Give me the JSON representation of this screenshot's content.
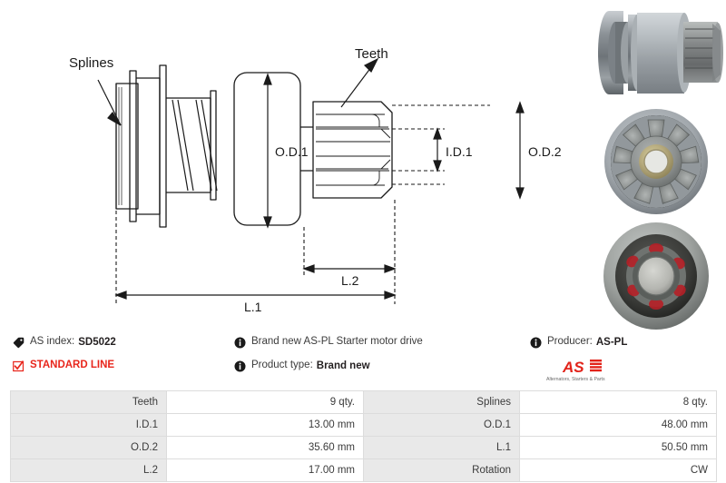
{
  "drawing": {
    "labels": {
      "splines": "Splines",
      "teeth": "Teeth",
      "od1": "O.D.1",
      "id1": "I.D.1",
      "od2": "O.D.2",
      "l1": "L.1",
      "l2": "L.2"
    }
  },
  "photos": [
    {
      "name": "starter-drive-side-view",
      "caption": ""
    },
    {
      "name": "starter-drive-pinion-front-view",
      "caption": ""
    },
    {
      "name": "starter-drive-spline-rear-view",
      "caption": ""
    }
  ],
  "info": {
    "as_index_label": "AS index:",
    "as_index_value": "SD5022",
    "standard_line": "STANDARD LINE",
    "description": "Brand new AS-PL Starter motor drive",
    "product_type_label": "Product type:",
    "product_type_value": "Brand new",
    "producer_label": "Producer:",
    "producer_value": "AS-PL",
    "brand_name": "AS",
    "brand_tagline": "Alternators, Starters & Parts",
    "icons": {
      "tag": "tag-icon",
      "check": "checkbox-checked-icon",
      "info": "info-icon"
    }
  },
  "colors": {
    "accent_red": "#e8261c",
    "table_label_bg": "#e9e9e9",
    "table_border": "#dcdcdc",
    "text": "#3b3b3b"
  },
  "spec_table": {
    "rows": [
      {
        "label_a": "Teeth",
        "value_a": "9 qty.",
        "label_b": "Splines",
        "value_b": "8 qty."
      },
      {
        "label_a": "I.D.1",
        "value_a": "13.00 mm",
        "label_b": "O.D.1",
        "value_b": "48.00 mm"
      },
      {
        "label_a": "O.D.2",
        "value_a": "35.60 mm",
        "label_b": "L.1",
        "value_b": "50.50 mm"
      },
      {
        "label_a": "L.2",
        "value_a": "17.00 mm",
        "label_b": "Rotation",
        "value_b": "CW"
      }
    ]
  }
}
